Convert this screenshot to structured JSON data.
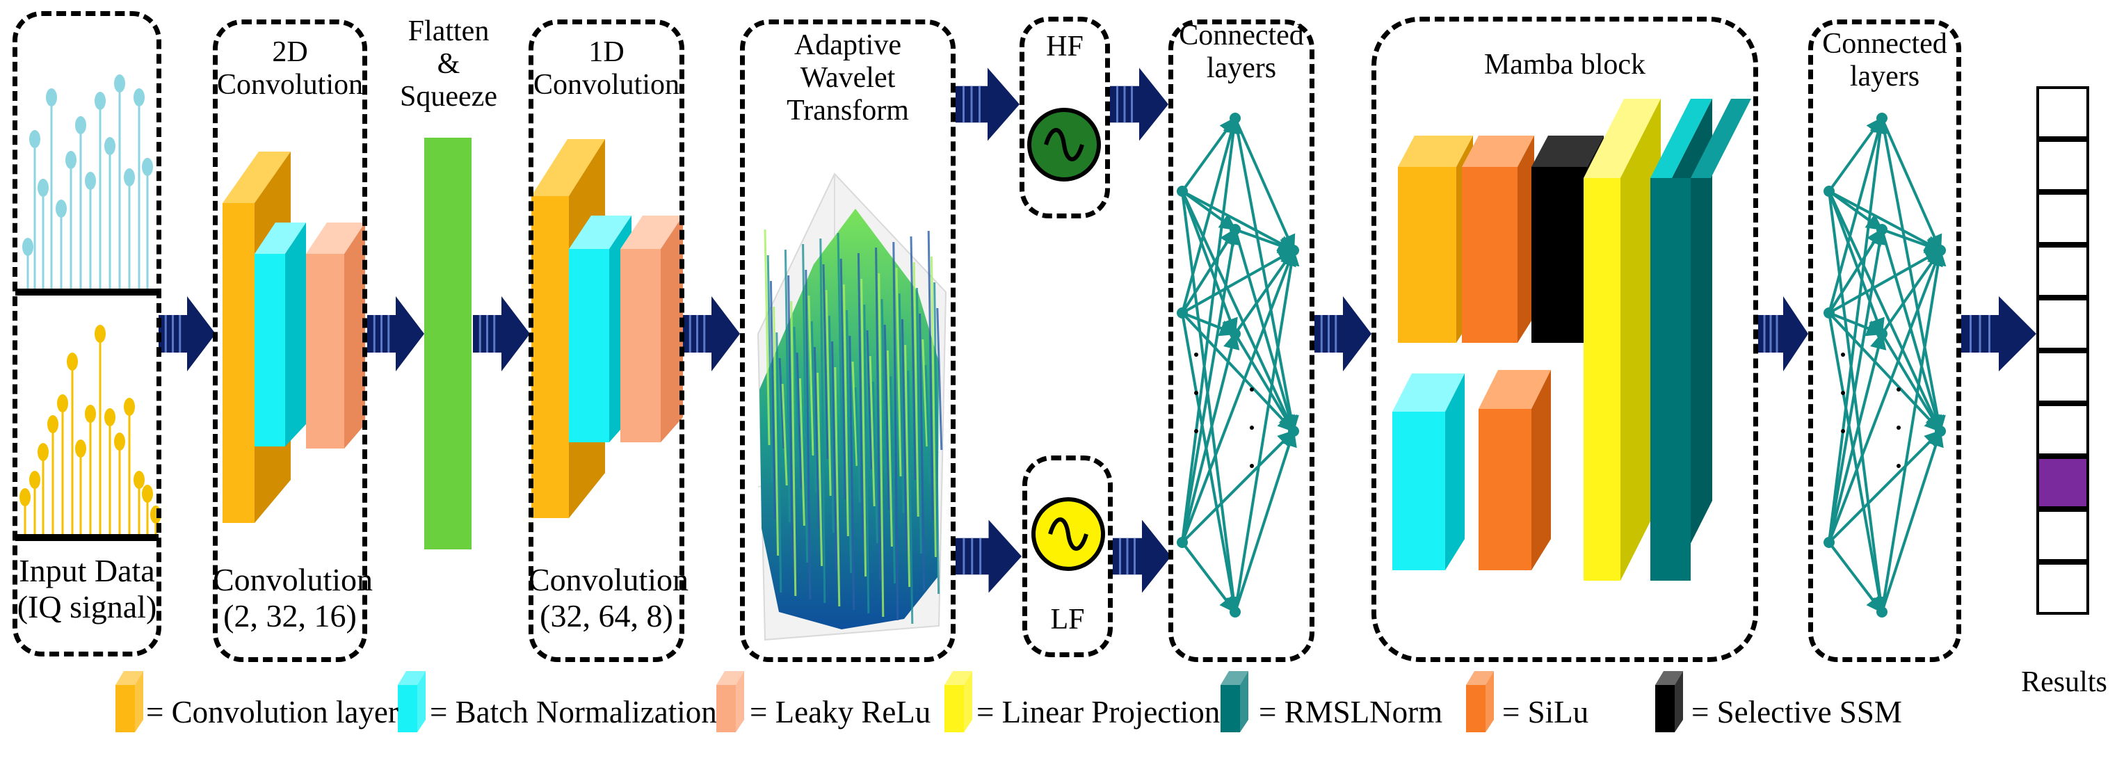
{
  "labels": {
    "input_data": "Input Data",
    "input_sub": "(IQ signal)",
    "conv2d_title1": "2D",
    "conv2d_title2": "Convolution",
    "conv2d_bottom1": "Convolution",
    "conv2d_bottom2": "(2, 32, 16)",
    "flatten1": "Flatten",
    "flatten2": "&",
    "flatten3": "Squeeze",
    "conv1d_title1": "1D",
    "conv1d_title2": "Convolution",
    "conv1d_bottom1": "Convolution",
    "conv1d_bottom2": "(32, 64, 8)",
    "awt1": "Adaptive",
    "awt2": "Wavelet",
    "awt3": "Transform",
    "hf": "HF",
    "lf": "LF",
    "connected1_a": "Connected",
    "connected1_b": "layers",
    "mamba": "Mamba block",
    "connected2_a": "Connected",
    "connected2_b": "layers",
    "results": "Results"
  },
  "legend": [
    {
      "text": "= Convolution layer",
      "color": "#FDB813"
    },
    {
      "text": "= Batch Normalization",
      "color": "#19F3F8"
    },
    {
      "text": "= Leaky  ReLu",
      "color": "#FBAB82"
    },
    {
      "text": "= Linear Projection",
      "color": "#FFF51A"
    },
    {
      "text": "= RMSLNorm",
      "color": "#007575"
    },
    {
      "text": "= SiLu",
      "color": "#F97A25"
    },
    {
      "text": "= Selective SSM",
      "color": "#000000"
    }
  ],
  "colors": {
    "conv": "#FDB813",
    "batchnorm": "#19F3F8",
    "leaky": "#FBAB82",
    "linear": "#FFF51A",
    "rmsnorm": "#007575",
    "silu": "#F97A25",
    "ssm": "#000000",
    "flatten": "#6BD03E",
    "arrow": "#0B1F62",
    "network": "#148F8A",
    "hf_circle": "#217A25",
    "lf_circle": "#FFF200",
    "result_highlight": "#7B2A9E",
    "signal_top": "#8DD5E0",
    "signal_bottom": "#F4C100"
  },
  "results": {
    "count": 10,
    "highlighted_index": 7
  }
}
